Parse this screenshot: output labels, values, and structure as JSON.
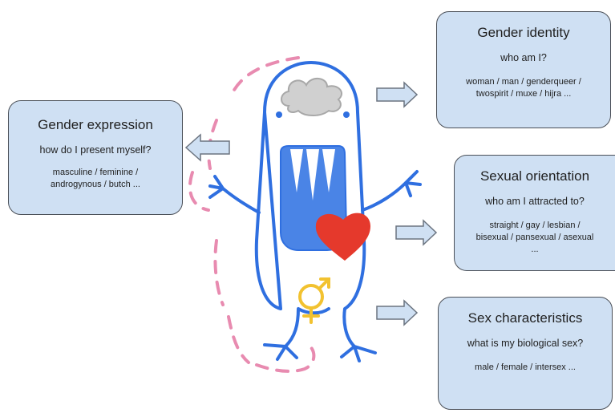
{
  "boxes": {
    "identity": {
      "title": "Gender identity",
      "question": "who am I?",
      "examples_line1": "woman / man / genderqueer /",
      "examples_line2": "twospirit / muxe / hijra ..."
    },
    "expression": {
      "title": "Gender expression",
      "question": "how do I present myself?",
      "examples_line1": "masculine / feminine /",
      "examples_line2": "androgynous / butch ..."
    },
    "orientation": {
      "title": "Sexual orientation",
      "question": "who am I attracted to?",
      "examples_line1": "straight / gay / lesbian /",
      "examples_line2": "bisexual / pansexual / asexual",
      "examples_line3": "..."
    },
    "sex": {
      "title": "Sex characteristics",
      "question": "what is my biological sex?",
      "examples_line1": "male / female / intersex ..."
    }
  },
  "colors": {
    "box_fill": "#cfe0f3",
    "creature_outline": "#2f6fe0",
    "mouth": "#4a84e6",
    "brain": "#cfcfcf",
    "heart": "#e5392c",
    "gender_symbol": "#f2c230",
    "aura": "#e88bb0",
    "arrow_fill": "#cfe0f3"
  }
}
